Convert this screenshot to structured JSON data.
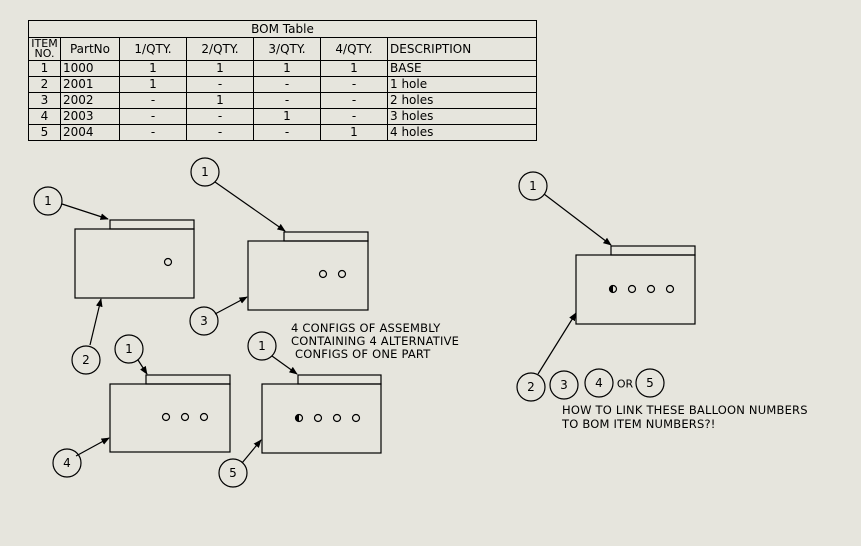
{
  "bom": {
    "title": "BOM Table",
    "headers": {
      "item_line1": "ITEM",
      "item_line2": "NO.",
      "partno": "PartNo",
      "q1": "1/QTY.",
      "q2": "2/QTY.",
      "q3": "3/QTY.",
      "q4": "4/QTY.",
      "description": "DESCRIPTION"
    },
    "rows": [
      {
        "item": "1",
        "partno": "1000",
        "q1": "1",
        "q2": "1",
        "q3": "1",
        "q4": "1",
        "description": "BASE"
      },
      {
        "item": "2",
        "partno": "2001",
        "q1": "1",
        "q2": "-",
        "q3": "-",
        "q4": "-",
        "description": "1 hole"
      },
      {
        "item": "3",
        "partno": "2002",
        "q1": "-",
        "q2": "1",
        "q3": "-",
        "q4": "-",
        "description": "2 holes"
      },
      {
        "item": "4",
        "partno": "2003",
        "q1": "-",
        "q2": "-",
        "q3": "1",
        "q4": "-",
        "description": "3 holes"
      },
      {
        "item": "5",
        "partno": "2004",
        "q1": "-",
        "q2": "-",
        "q3": "-",
        "q4": "1",
        "description": "4 holes"
      }
    ]
  },
  "balloons": {
    "v1_top": "1",
    "v1_bottom": "2",
    "v2_top": "1",
    "v2_bottom": "3",
    "v3_top": "1",
    "v3_bottom": "4",
    "v4_top": "1",
    "v4_bottom": "5",
    "right_top": "1",
    "right_opt1": "2",
    "right_opt2": "3",
    "right_opt3": "4",
    "right_opt4": "5",
    "or_label": "OR"
  },
  "notes": {
    "configs_line1": "4 CONFIGS OF ASSEMBLY",
    "configs_line2": "CONTAINING 4 ALTERNATIVE",
    "configs_line3": "CONFIGS OF ONE PART",
    "question_line1": "HOW TO LINK THESE BALLOON NUMBERS",
    "question_line2": "TO BOM ITEM NUMBERS?!"
  },
  "colors": {
    "background": "#e6e5dd",
    "line": "#000000"
  }
}
